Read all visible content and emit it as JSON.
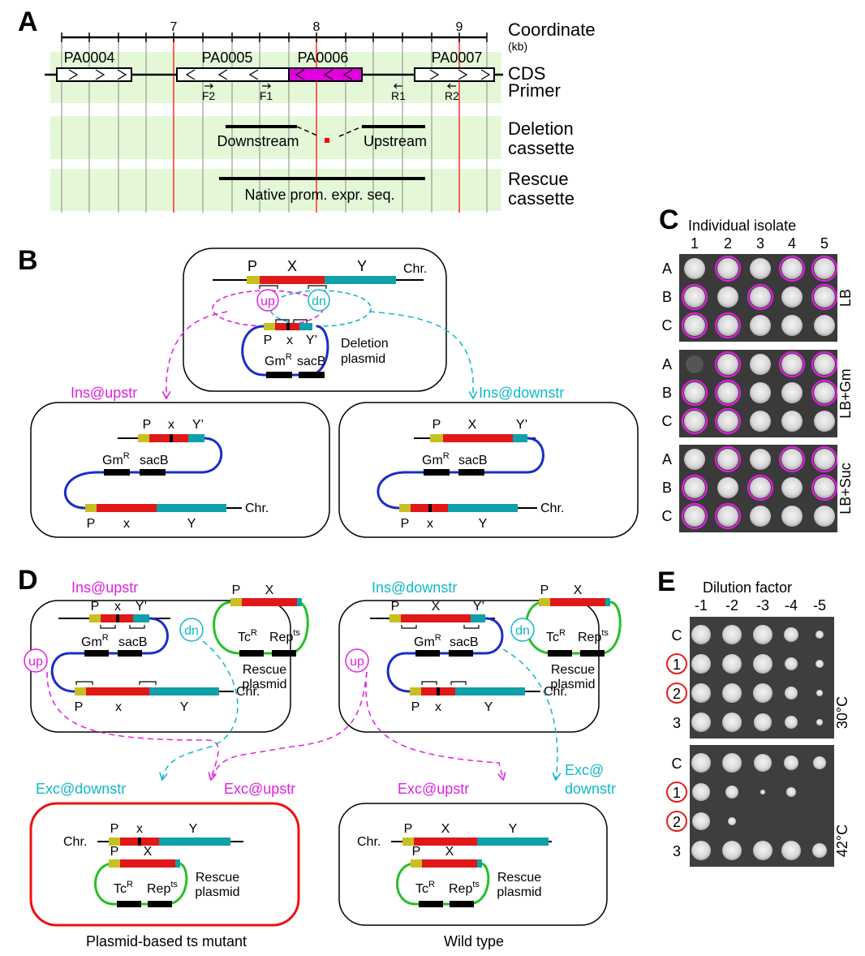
{
  "panel_labels": [
    "A",
    "B",
    "C",
    "D",
    "E"
  ],
  "panel_a": {
    "coordinate_label": "Coordinate",
    "coordinate_unit": "(kb)",
    "ticks": [
      "7",
      "8",
      "9"
    ],
    "genes": [
      "PA0004",
      "PA0005",
      "PA0006",
      "PA0007"
    ],
    "cds_label": "CDS",
    "primer_label": "Primer",
    "primers": [
      "F2",
      "F1",
      "R1",
      "R2"
    ],
    "deletion_label_1": "Deletion",
    "deletion_label_2": "cassette",
    "downstream": "Downstream",
    "upstream": "Upstream",
    "rescue_label_1": "Rescue",
    "rescue_label_2": "cassette",
    "native_seq": "Native prom. expr. seq.",
    "colors": {
      "highlight_gene": "#e000e0",
      "band": "#e4f8d8",
      "red_line": "#ff0000"
    }
  },
  "panel_b": {
    "chr": "Chr.",
    "P": "P",
    "X": "X",
    "Y": "Y",
    "x": "x",
    "Y_prime": "Y’",
    "up": "up",
    "dn": "dn",
    "deletion_plasmid_1": "Deletion",
    "deletion_plasmid_2": "plasmid",
    "gm": "Gm",
    "gm_sup": "R",
    "sacb": "sacB",
    "ins_upstr": "Ins@upstr",
    "ins_downstr": "Ins@downstr"
  },
  "panel_c": {
    "title": "Individual isolate",
    "columns": [
      "1",
      "2",
      "3",
      "4",
      "5"
    ],
    "rows": [
      "A",
      "B",
      "C"
    ],
    "plates": [
      "LB",
      "LB+Gm",
      "LB+Suc"
    ]
  },
  "panel_d": {
    "ins_upstr": "Ins@upstr",
    "ins_downstr": "Ins@downstr",
    "rescue_1": "Rescue",
    "rescue_2": "plasmid",
    "tc": "Tc",
    "tc_sup": "R",
    "rep": "Rep",
    "rep_sup": "ts",
    "exc_downstr": "Exc@downstr",
    "exc_upstr": "Exc@upstr",
    "exc_at": "Exc@",
    "downstr": "downstr",
    "mutant_caption": "Plasmid-based ts mutant",
    "wt_caption": "Wild type"
  },
  "panel_e": {
    "title": "Dilution factor",
    "columns": [
      "-1",
      "-2",
      "-3",
      "-4",
      "-5"
    ],
    "rows": [
      "C",
      "1",
      "2",
      "3"
    ],
    "temps": [
      "30°C",
      "42°C"
    ]
  }
}
